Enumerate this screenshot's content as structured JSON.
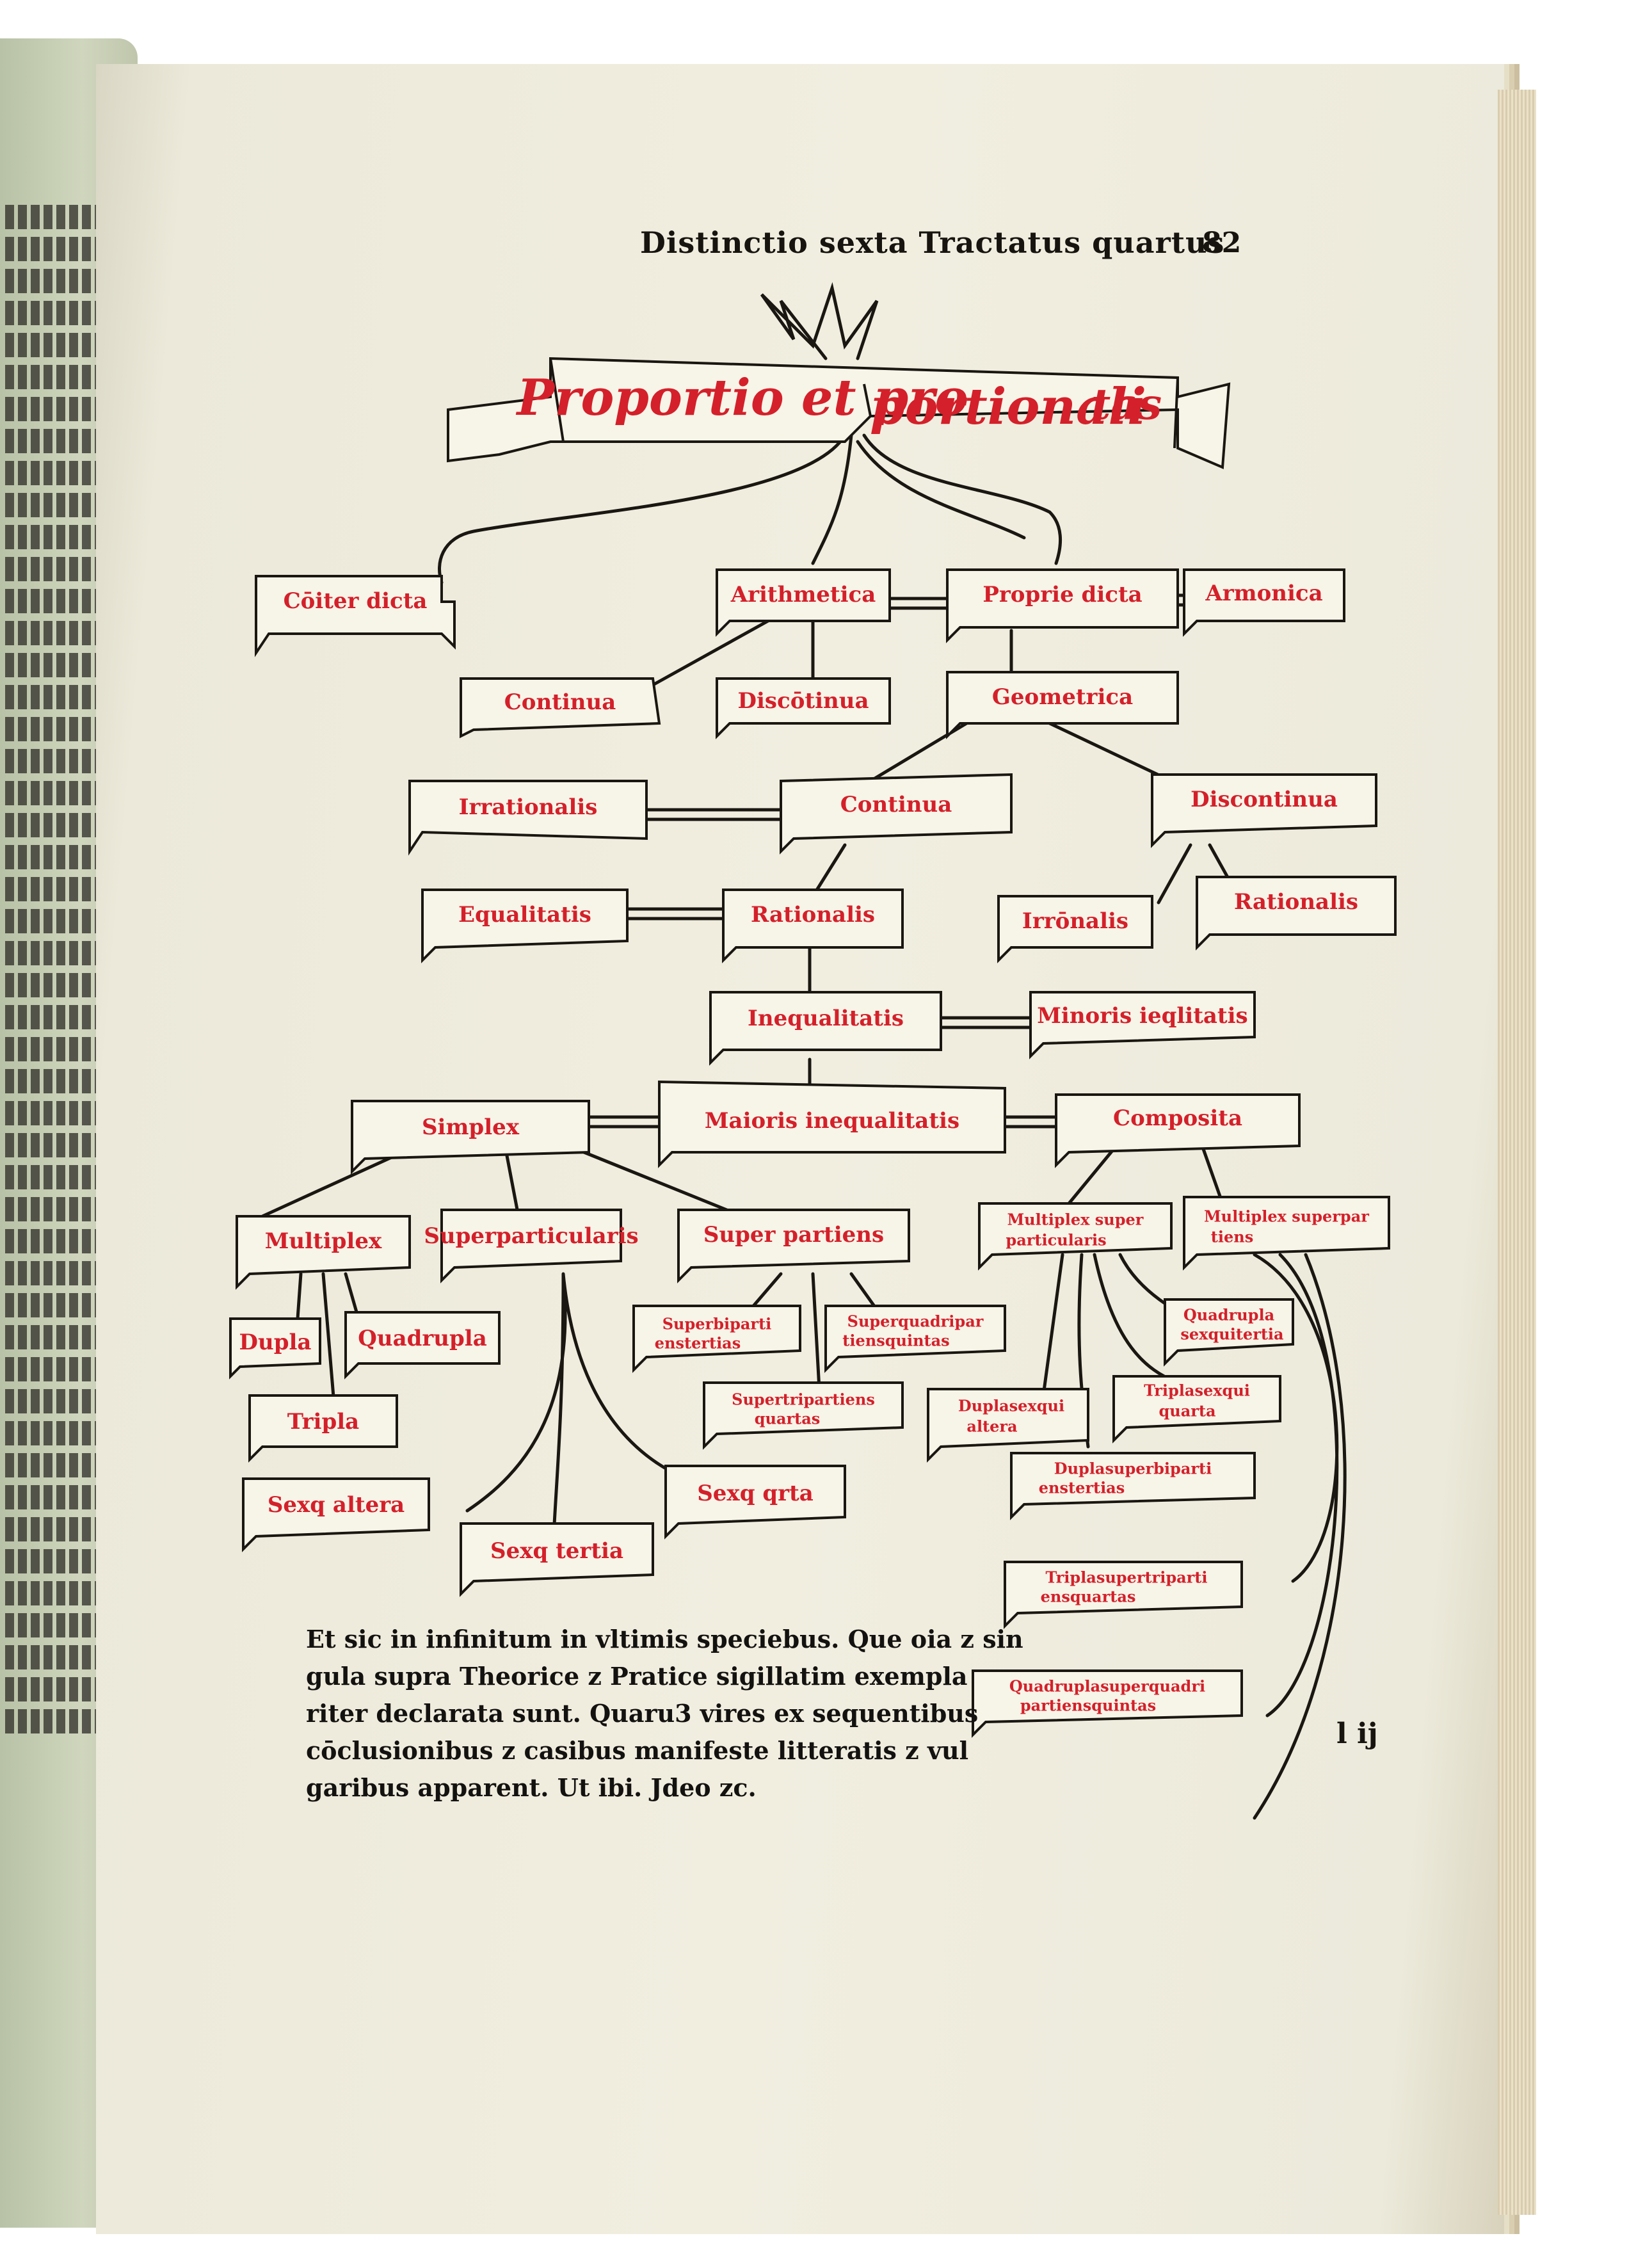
{
  "header": {
    "running_head": "Distinctio sexta Tractatus quartus",
    "folio": "82",
    "signature": "l ij"
  },
  "diagram": {
    "title_parts": [
      "Proportio et pro",
      "portionali",
      "tas"
    ],
    "nodes": {
      "communiter": "Cōiter dicta",
      "arithmetica": "Arithmetica",
      "proprie": "Proprie dicta",
      "armonica": "Armonica",
      "continua1": "Continua",
      "discontinua1": "Discōtinua",
      "geometrica": "Geometrica",
      "irrationalis": "Irrationalis",
      "continua2": "Continua",
      "discontinua2": "Discontinua",
      "equalitatis": "Equalitatis",
      "rationalis": "Rationalis",
      "irrationalis2": "Irrōnalis",
      "rationalis2": "Rationalis",
      "inequalitatis": "Inequalitatis",
      "minoris": "Minoris ieqlitatis",
      "simplex": "Simplex",
      "maioris": "Maioris inequalitatis",
      "composita": "Composita",
      "multiplex": "Multiplex",
      "superparticularis": "Superparticularis",
      "superpartiens": "Super partiens",
      "multiplex_superparticularis": [
        "Multiplex super",
        "particularis"
      ],
      "multiplex_superpartiens": [
        "Multiplex superpar",
        "tiens"
      ],
      "dupla": "Dupla",
      "quadrupla": "Quadrupla",
      "tripla": "Tripla",
      "sexq_altera": "Sexq altera",
      "sexq_tertia": "Sexq tertia",
      "sexq_quarta": "Sexq qrta",
      "superbipartiens": [
        "Superbiparti",
        "enstertias"
      ],
      "superquadripartiens": [
        "Superquadripar",
        "tiensquintas"
      ],
      "supertripartiens": [
        "Supertripartiens",
        "quartas"
      ],
      "quadrupla_sesquitertia": [
        "Quadrupla",
        "sexquitertia"
      ],
      "dupla_sesquialtera": [
        "Duplasexqui",
        "altera"
      ],
      "tripla_sesquiquarta": [
        "Triplasexqui",
        "quarta"
      ],
      "dupla_superbipartiens": [
        "Duplasuperbiparti",
        "enstertias"
      ],
      "tripla_supertripartiens": [
        "Triplasupertriparti",
        "ensquartas"
      ],
      "quadrupla_superquadripartiens": [
        "Quadruplasuperquadri",
        "partiensquintas"
      ]
    }
  },
  "closing_text": [
    "Et sic in infinitum in vltimis speciebus. Que oia z sin",
    "gula supra Theorice z Pratice sigillatim exempla",
    "riter declarata sunt. Quaru3 vires ex sequentibus",
    "cōclusionibus z casibus manifeste litteratis z vul",
    "garibus apparent. Ut ibi. Jdeo zc."
  ]
}
